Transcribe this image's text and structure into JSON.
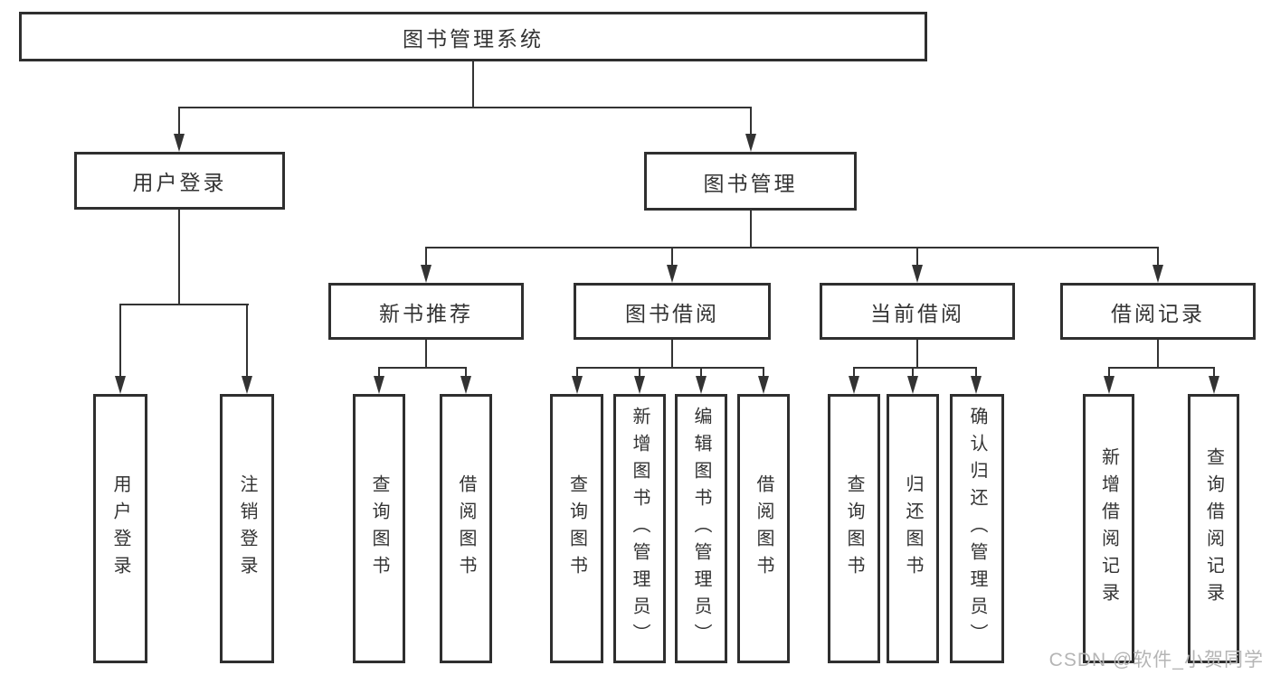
{
  "tree": {
    "root": {
      "label": "图书管理系统"
    },
    "level2": [
      {
        "label": "用户登录"
      },
      {
        "label": "图书管理"
      }
    ],
    "level3": [
      {
        "label": "新书推荐"
      },
      {
        "label": "图书借阅"
      },
      {
        "label": "当前借阅"
      },
      {
        "label": "借阅记录"
      }
    ],
    "leaves": [
      {
        "items": [
          {
            "label": "用户登录"
          },
          {
            "label": "注销登录"
          }
        ]
      },
      {
        "items": [
          {
            "label": "查询图书"
          },
          {
            "label": "借阅图书"
          }
        ]
      },
      {
        "items": [
          {
            "label": "查询图书"
          },
          {
            "label": "新增图书（管理员）"
          },
          {
            "label": "编辑图书（管理员）"
          },
          {
            "label": "借阅图书"
          }
        ]
      },
      {
        "items": [
          {
            "label": "查询图书"
          },
          {
            "label": "归还图书"
          },
          {
            "label": "确认归还（管理员）"
          }
        ]
      },
      {
        "items": [
          {
            "label": "新增借阅记录"
          },
          {
            "label": "查询借阅记录"
          }
        ]
      }
    ]
  },
  "watermark": {
    "label": "CSDN @软件_小贺同学"
  },
  "colors": {
    "line": "#333333",
    "border": "#2f2f2f",
    "text": "#333333",
    "watermark": "#b5b5b5",
    "background": "#ffffff"
  }
}
